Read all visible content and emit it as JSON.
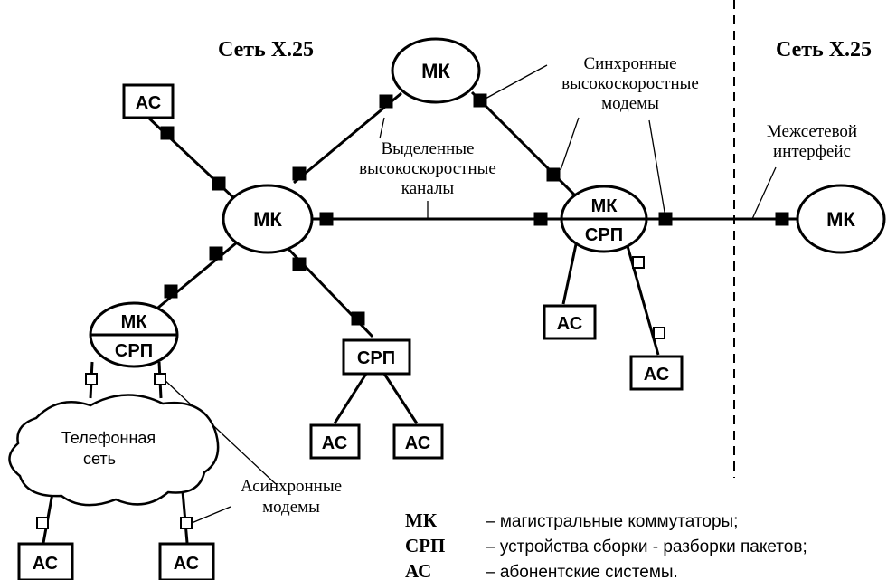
{
  "titles": {
    "left_network": "Сеть X.25",
    "right_network": "Сеть X.25"
  },
  "nodes": {
    "mk": "МК",
    "srp": "СРП",
    "as": "АС"
  },
  "cloud_label": {
    "line1": "Телефонная",
    "line2": "сеть"
  },
  "annotations": {
    "sync_modems": [
      "Синхронные",
      "высокоскоростные",
      "модемы"
    ],
    "dedicated_channels": [
      "Выделенные",
      "высокоскоростные",
      "каналы"
    ],
    "internetwork_interface": [
      "Межсетевой",
      "интерфейс"
    ],
    "async_modems": [
      "Асинхронные",
      "модемы"
    ]
  },
  "legend": [
    {
      "term": "МК",
      "definition": "– магистральные коммутаторы;"
    },
    {
      "term": "СРП",
      "definition": "– устройства сборки - разборки пакетов;"
    },
    {
      "term": "АС",
      "definition": "– абонентские системы."
    }
  ]
}
